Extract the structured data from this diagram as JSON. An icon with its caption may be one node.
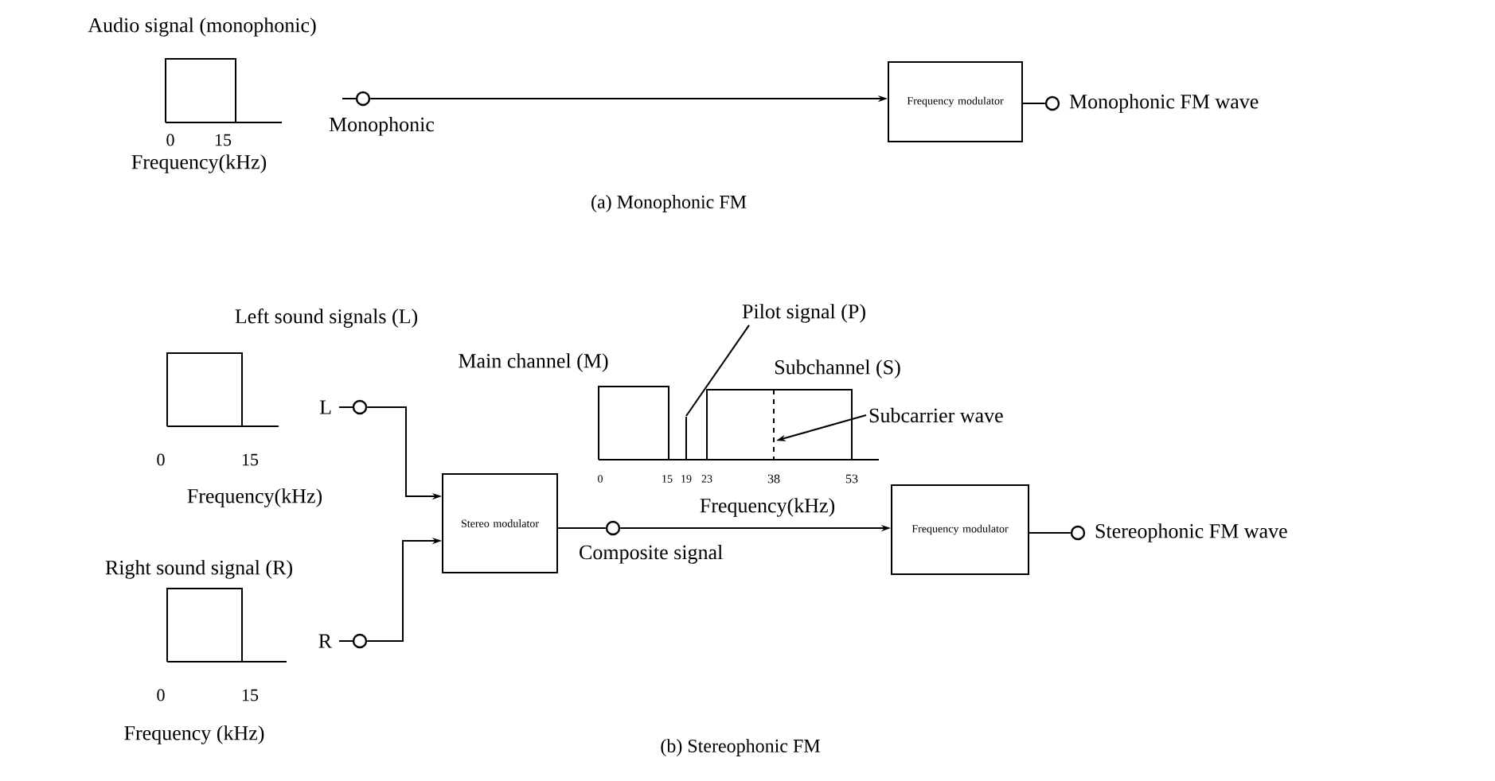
{
  "diagram": {
    "nodes": [
      {
        "text": [
          "Frequency modulator"
        ]
      },
      {
        "text": [],
        "shape": "circle",
        "beside": [
          "Monophonic"
        ]
      },
      {
        "text": [],
        "shape": "circle",
        "beside": [
          "Monophonic FM wave"
        ]
      },
      {
        "text": [],
        "shape": "circle",
        "beside": [
          "L"
        ]
      },
      {
        "text": [],
        "shape": "circle",
        "beside": [
          "R"
        ]
      },
      {
        "text": [
          "Stereo modulator"
        ]
      },
      {
        "text": [],
        "shape": "circle",
        "beside": [
          "Composite signal"
        ]
      },
      {
        "text": [
          "Frequency modulator"
        ]
      },
      {
        "text": [],
        "shape": "circle",
        "beside": [
          "Stereophonic FM wave"
        ]
      },
      {
        "text": [
          "Pilot signal (P)"
        ]
      },
      {
        "text": [
          "Subcarrier wave"
        ]
      },
      {
        "text": [],
        "shape": "line"
      },
      {
        "text": [],
        "shape": "line"
      }
    ],
    "edges": [
      {
        "from": 1,
        "to": 0,
        "arrow": "to"
      },
      {
        "from": 0,
        "to": 2,
        "arrow": "none"
      },
      {
        "from": 3,
        "to": 5,
        "arrow": "to"
      },
      {
        "from": 4,
        "to": 5,
        "arrow": "to"
      },
      {
        "from": 5,
        "to": 6,
        "arrow": "none"
      },
      {
        "from": 6,
        "to": 7,
        "arrow": "to"
      },
      {
        "from": 7,
        "to": 8,
        "arrow": "none"
      },
      {
        "from": 9,
        "to": 11,
        "arrow": "none"
      },
      {
        "from": 10,
        "to": 12,
        "arrow": "to"
      }
    ],
    "labels": [
      "Audio signal (monophonic)",
      "0",
      "15",
      "Frequency(kHz)",
      "(a) Monophonic FM",
      "Left sound signals (L)",
      "0",
      "15",
      "Frequency(kHz)",
      "Main channel (M)",
      "Subchannel (S)",
      "0",
      "15",
      "19",
      "23",
      "38",
      "53",
      "Frequency(kHz)",
      "Right sound signal (R)",
      "0",
      "15",
      "Frequency (kHz)",
      "(b) Stereophonic FM"
    ]
  }
}
